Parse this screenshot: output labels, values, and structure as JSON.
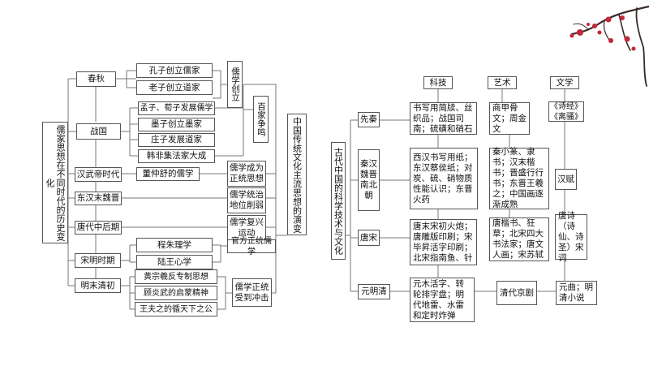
{
  "left": {
    "vtitle": "儒家思想在不同时代的历史变化",
    "spring_autumn": "春秋",
    "confucius": "孔子创立儒家",
    "laozi": "老子创立道家",
    "ru_created": "儒学创立",
    "warring": "战国",
    "mencius": "孟子、荀子发展儒学",
    "mozi": "墨子创立墨家",
    "zhuangzi": "庄子发展道家",
    "hanfeizi": "韩非集法家大成",
    "hundred": "百家争鸣",
    "han_wu": "汉武帝时代",
    "dong": "董仲舒的儒学",
    "orthodox": "儒学成为正统思想",
    "east_han": "东汉末魏晋",
    "weaken": "儒学统治地位削弱",
    "tang": "唐代中后期",
    "revival": "儒学复兴运动",
    "song_ming": "宋明时期",
    "cheng_zhu": "程朱理学",
    "lu_wang": "陆王心学",
    "official": "官方正统儒学",
    "ming_qing": "明末清初",
    "huang": "黄宗羲反专制思想",
    "gu": "顾炎武的启蒙精神",
    "wang": "王夫之的循天下之公",
    "impacted": "儒学正统受到冲击"
  },
  "center": {
    "vtitle": "中国传统文化主流思想的演变"
  },
  "right": {
    "vtitle": "古代中国的科学技术与文化",
    "headers": [
      "科技",
      "艺术",
      "文学"
    ],
    "eras": [
      "先秦",
      "秦汉魏晋南北朝",
      "唐宋",
      "元明清"
    ],
    "pre_qin_sci": "书写用简牍、丝织品；战国司南；硫磺和硝石",
    "pre_qin_art": "商甲骨文；周金文",
    "pre_qin_lit": "《诗经》《离骚》",
    "qin_sci": "西汉书写用纸；东汉蔡侯纸；对炭、硫、硝物质性能认识；东晋火药",
    "qin_art": "秦小篆、隶书；汉末楷书；晋盛行行书；东晋王羲之；中国画逐渐成熟",
    "qin_lit": "汉赋",
    "tang_sci": "唐末宋初火炮；唐雕版印刷；宋毕昇活字印刷；北宋指南鱼、针",
    "tang_art": "唐楷书、狂草；北宋四大书法家；唐文人画；宋苏轼",
    "tang_lit": "唐诗（诗仙、诗圣）宋词",
    "yuan_sci": "元木活字、转轮排字盘；明代地雷、水雷和定时炸弹",
    "yuan_art": "清代京剧",
    "yuan_lit": "元曲；明清小说"
  },
  "colors": {
    "border": "#555555",
    "line": "#777777",
    "branch": "#3a2a2a",
    "blossom": "#c4263a"
  }
}
